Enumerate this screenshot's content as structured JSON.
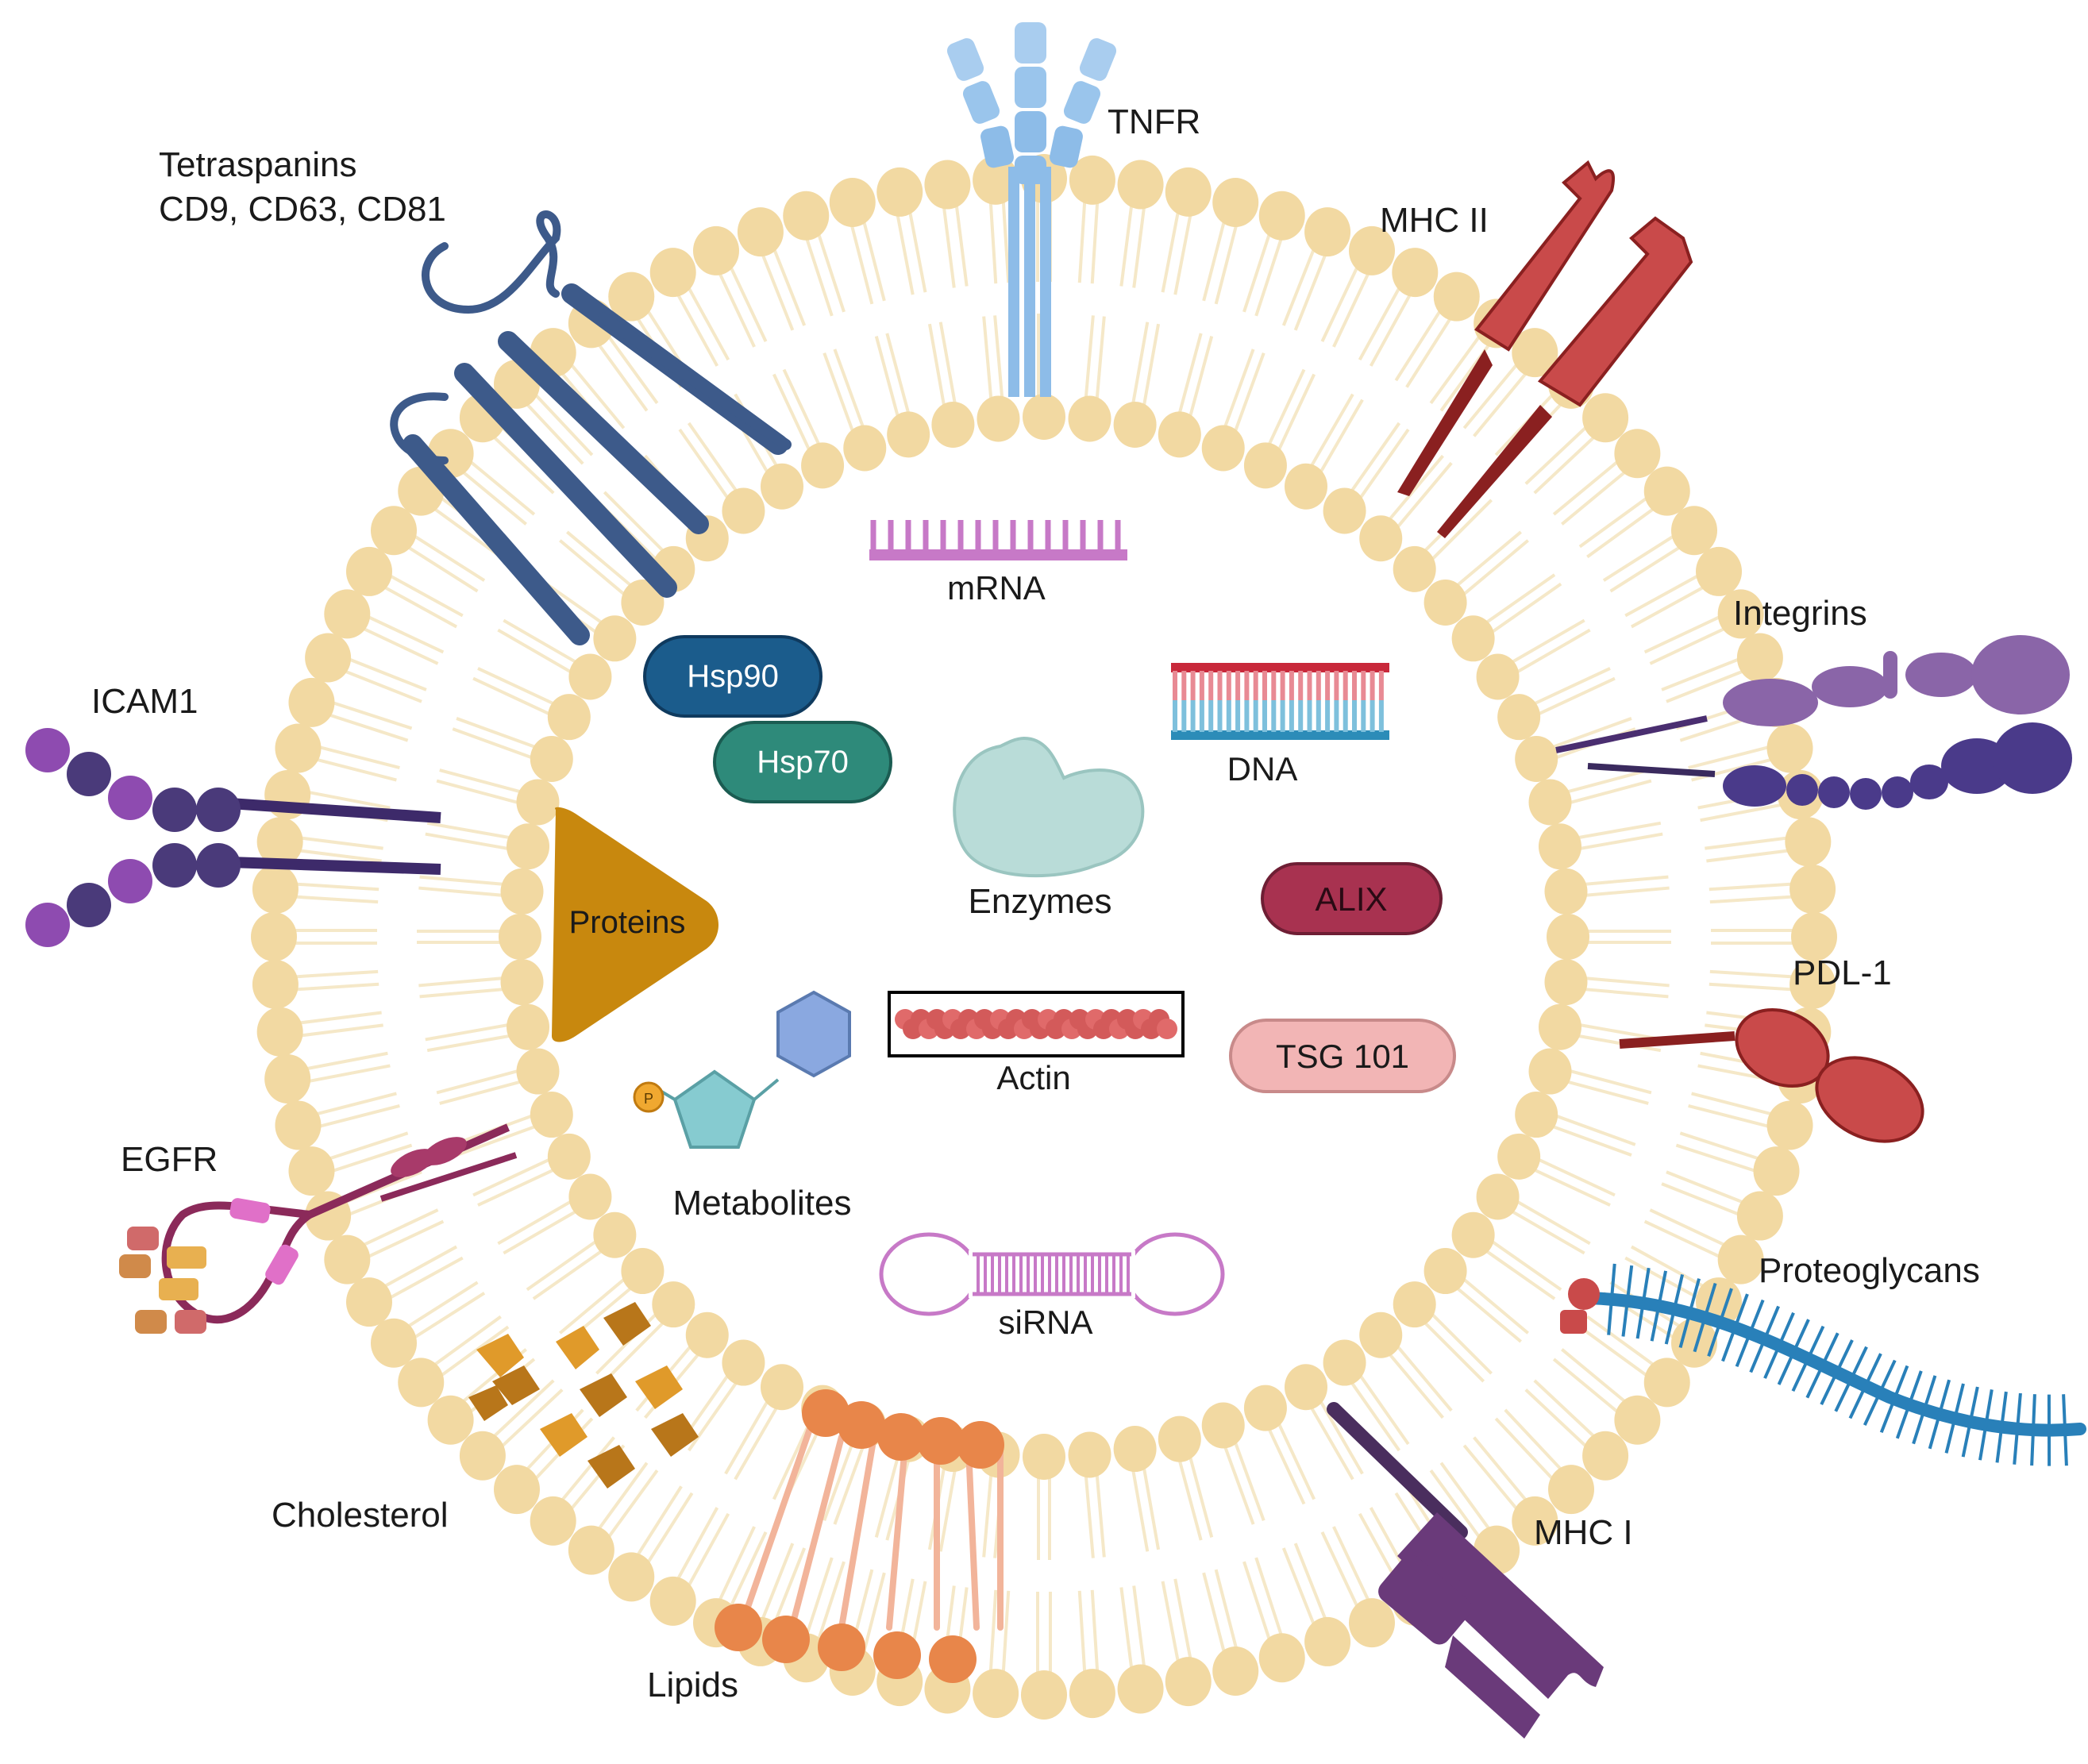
{
  "labels": {
    "tetraspanins_line1": "Tetraspanins",
    "tetraspanins_line2": "CD9, CD63, CD81",
    "tnfr": "TNFR",
    "mhc2": "MHC II",
    "integrins": "Integrins",
    "icam1": "ICAM1",
    "pdl1": "PDL-1",
    "egfr": "EGFR",
    "proteoglycans": "Proteoglycans",
    "cholesterol": "Cholesterol",
    "mhc1": "MHC I",
    "lipids": "Lipids"
  },
  "cargo": {
    "mrna": "mRNA",
    "hsp90": "Hsp90",
    "hsp70": "Hsp70",
    "dna": "DNA",
    "enzymes": "Enzymes",
    "proteins": "Proteins",
    "alix": "ALIX",
    "actin": "Actin",
    "tsg101": "TSG 101",
    "phosphate": "P",
    "metabolites": "Metabolites",
    "sirna": "siRNA"
  },
  "colors": {
    "lipid_head": "#f2d9a2",
    "lipid_tail": "#f5e8c8",
    "tetraspanin": "#3d5a8a",
    "tnfr": "#8dbce8",
    "mhc2": "#c94a4a",
    "integrin": "#7b5a9c",
    "icam1": "#5a3f7a",
    "pdl1": "#c0392b",
    "egfr": "#8b2a5a",
    "proteoglycan": "#2980b9",
    "cholesterol": "#e09a2a",
    "mhc1": "#6a3a7a",
    "lipid_orange": "#e8864a",
    "hsp90": "#1b5c8c",
    "hsp70": "#2e8a7a",
    "alix": "#a83250",
    "tsg101": "#f2b5b5",
    "proteins": "#c8880e",
    "enzymes": "#b9dcd8",
    "mrna": "#c779c7",
    "dna_top": "#c8283a",
    "dna_bottom": "#2c8cb8",
    "actin": "#d35a5a",
    "hexagon": "#8aa8e0",
    "pentagon": "#86cbd0",
    "sirna": "#c779c7"
  }
}
